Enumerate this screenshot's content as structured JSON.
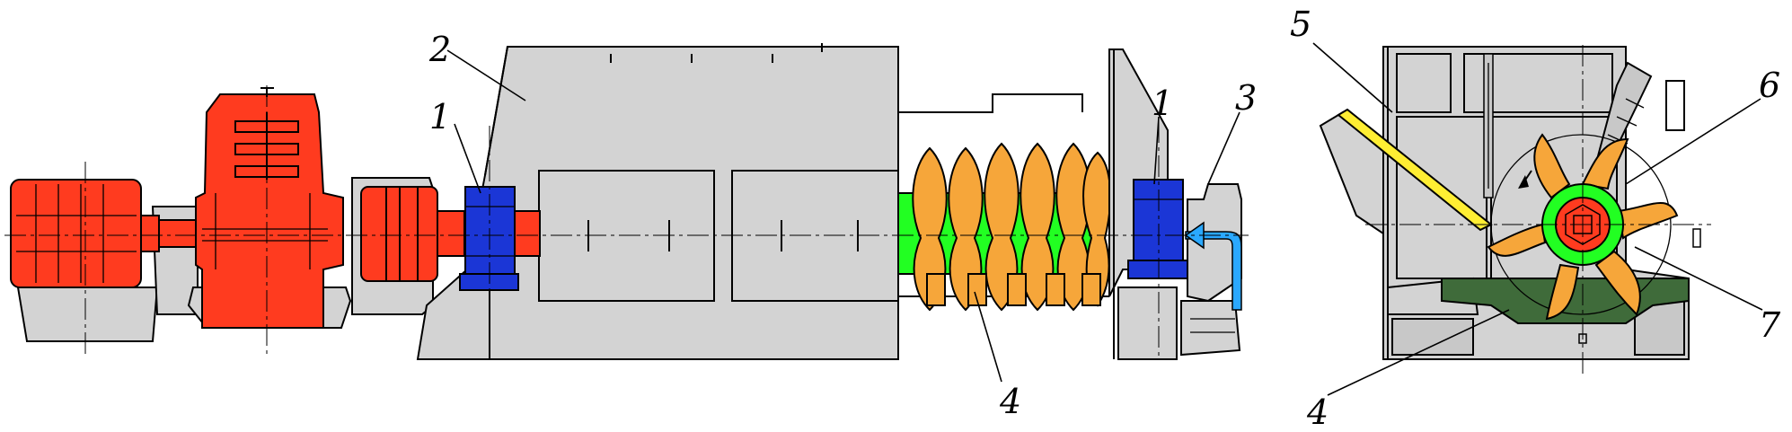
{
  "diagram": {
    "colors": {
      "motor_red": "#ff3b1f",
      "bearing_blue": "#1b36d6",
      "rotor_green": "#22ff22",
      "hammer_orange": "#f6a63a",
      "housing_gray": "#d3d3d3",
      "screen_dark_green": "#3f6b3a",
      "deflector_yellow": "#ffee33",
      "inlet_cyan": "#2aa8ff"
    },
    "callouts": {
      "bearing_left": "1",
      "bearing_right": "1",
      "housing": "2",
      "inlet": "3",
      "hammers_side": "4",
      "screen_end": "4",
      "deflector": "5",
      "hammer_end": "6",
      "rotor_end": "7"
    }
  }
}
